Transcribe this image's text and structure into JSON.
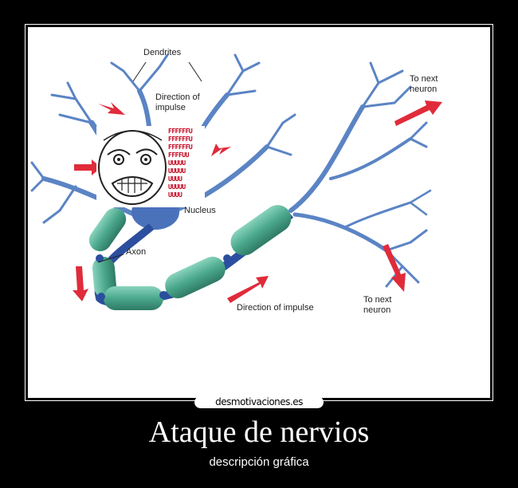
{
  "poster": {
    "title": "Ataque de nervios",
    "subtitle": "descripción gráfica",
    "watermark": "desmotivaciones.es"
  },
  "diagram": {
    "labels": {
      "dendrites": "Dendrites",
      "direction_top": "Direction of\nimpulse",
      "nucleus": "Nucleus",
      "axon": "Axon",
      "direction_bottom": "Direction of impulse",
      "to_next_neuron_top": "To next\nneuron",
      "to_next_neuron_bottom": "To next\nneuron"
    },
    "meme_text": "FFFFFFU\nFFFFFFU\nFFFFFFU\nFFFFUU\nUUUUU\nUUUUU\nUUUU\nUUUUU\nUUUU",
    "colors": {
      "dendrite": "#5b84c4",
      "myelin": "#4aa88c",
      "arrow": "#e02b3a",
      "node": "#2b4f9e"
    }
  }
}
